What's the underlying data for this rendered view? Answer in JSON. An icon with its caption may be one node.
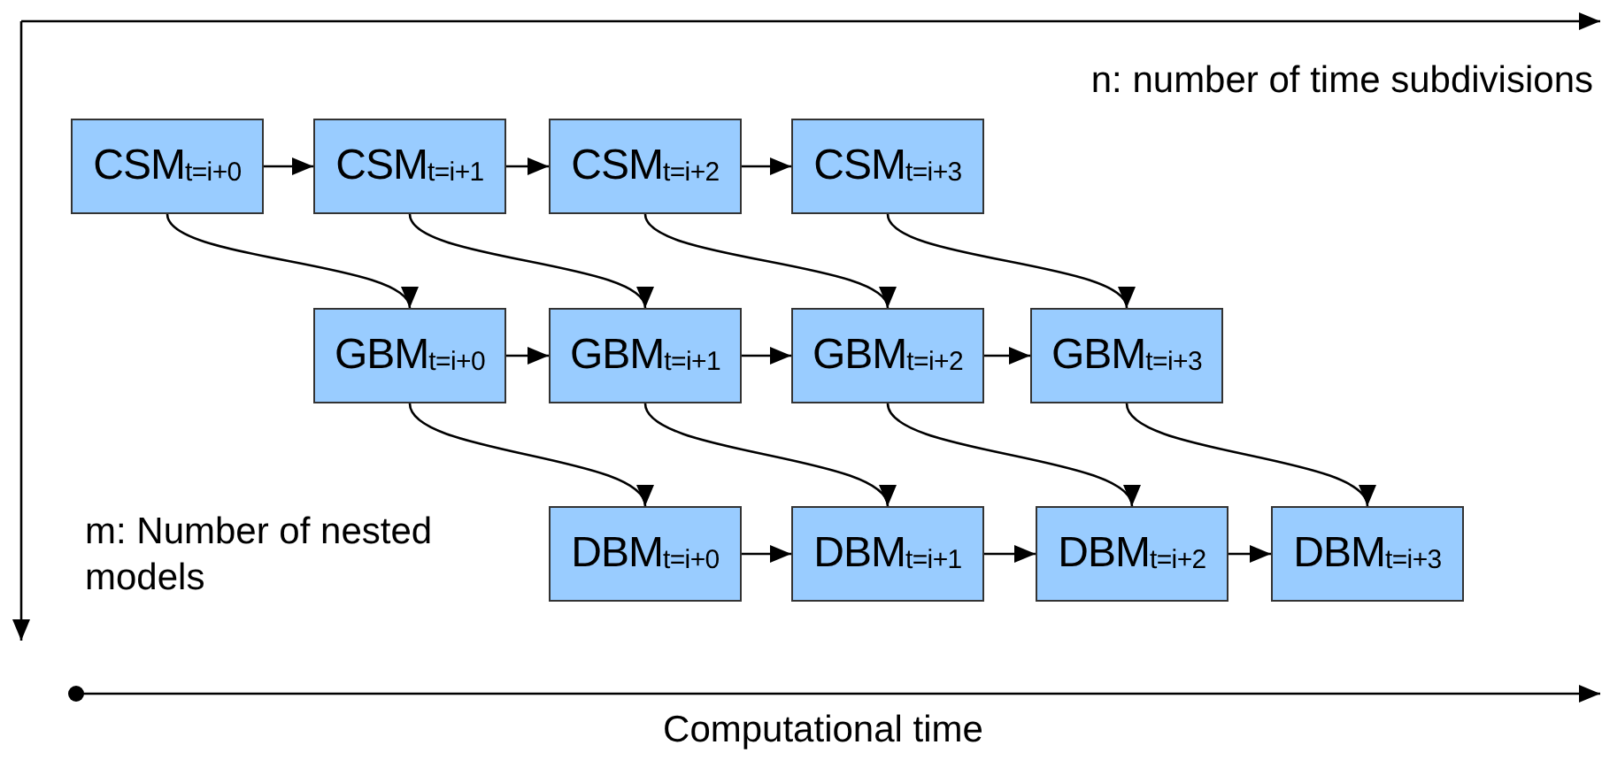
{
  "diagram": {
    "nodes": [
      {
        "text": [
          "CSM$_{t=i+0}$"
        ]
      },
      {
        "text": [
          "CSM$_{t=i+1}$"
        ]
      },
      {
        "text": [
          "CSM$_{t=i+2}$"
        ]
      },
      {
        "text": [
          "CSM$_{t=i+3}$"
        ]
      },
      {
        "text": [
          "GBM$_{t=i+0}$"
        ]
      },
      {
        "text": [
          "GBM$_{t=i+1}$"
        ]
      },
      {
        "text": [
          "GBM$_{t=i+2}$"
        ]
      },
      {
        "text": [
          "GBM$_{t=i+3}$"
        ]
      },
      {
        "text": [
          "DBM$_{t=i+0}$"
        ]
      },
      {
        "text": [
          "DBM$_{t=i+1}$"
        ]
      },
      {
        "text": [
          "DBM$_{t=i+2}$"
        ]
      },
      {
        "text": [
          "DBM$_{t=i+3}$"
        ]
      }
    ],
    "edges": [
      {
        "from": 0,
        "to": 1,
        "arrow": "to"
      },
      {
        "from": 1,
        "to": 2,
        "arrow": "to"
      },
      {
        "from": 2,
        "to": 3,
        "arrow": "to"
      },
      {
        "from": 4,
        "to": 5,
        "arrow": "to"
      },
      {
        "from": 5,
        "to": 6,
        "arrow": "to"
      },
      {
        "from": 6,
        "to": 7,
        "arrow": "to"
      },
      {
        "from": 8,
        "to": 9,
        "arrow": "to"
      },
      {
        "from": 9,
        "to": 10,
        "arrow": "to"
      },
      {
        "from": 10,
        "to": 11,
        "arrow": "to"
      },
      {
        "from": 0,
        "to": 4,
        "arrow": "to"
      },
      {
        "from": 1,
        "to": 5,
        "arrow": "to"
      },
      {
        "from": 2,
        "to": 6,
        "arrow": "to"
      },
      {
        "from": 3,
        "to": 7,
        "arrow": "to"
      },
      {
        "from": 4,
        "to": 8,
        "arrow": "to"
      },
      {
        "from": 5,
        "to": 9,
        "arrow": "to"
      },
      {
        "from": 6,
        "to": 10,
        "arrow": "to"
      },
      {
        "from": 7,
        "to": 11,
        "arrow": "to"
      }
    ],
    "labels": [
      "n: number of time subdivisions",
      "m: Number of nested models",
      "Computational time"
    ]
  }
}
